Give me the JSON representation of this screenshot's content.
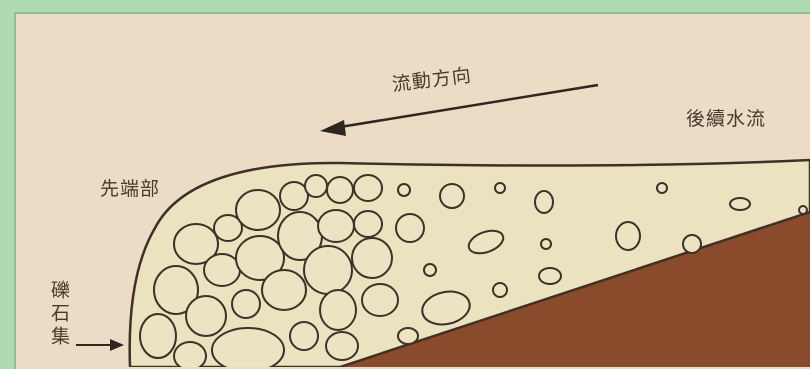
{
  "labels": {
    "flow_direction": "流動方向",
    "subsequent_flow": "後續水流",
    "front_part": "先端部",
    "boulder_accumulation": "礫石集"
  },
  "colors": {
    "page_border": "#aedbb0",
    "background": "#ecdcc6",
    "debris_fill": "#ebe2c0",
    "ground_fill": "#8a4a2c",
    "outline": "#3d3128"
  }
}
